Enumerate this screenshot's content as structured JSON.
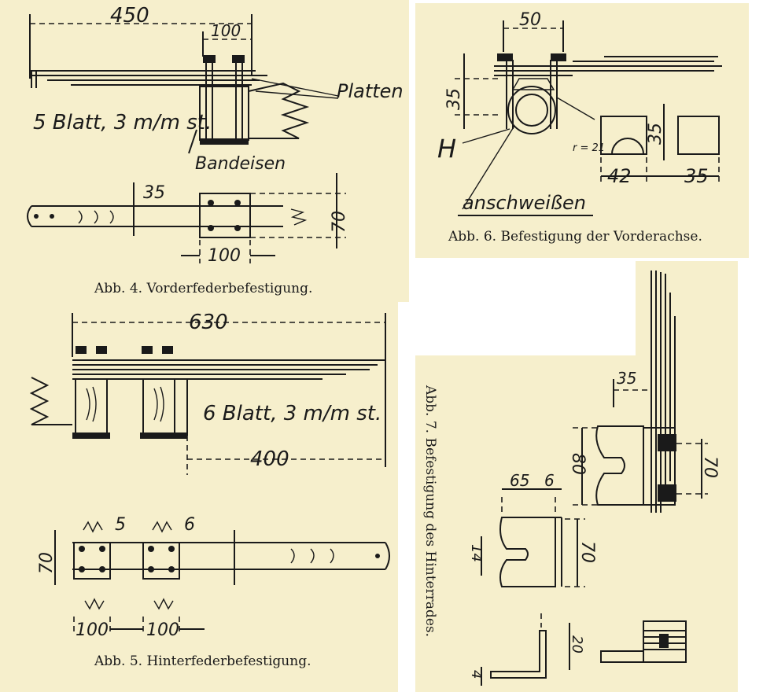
{
  "fig4": {
    "caption": "Abb. 4. Vorderfederbefestigung.",
    "dim_total": "450",
    "dim_clamp": "100",
    "label_plates": "Platten",
    "label_spec": "5 Blatt, 3 m/m st.",
    "label_strap": "Bandeisen",
    "dim_width": "35",
    "dim_height": "70",
    "dim_bottom": "100"
  },
  "fig5": {
    "caption": "Abb. 5. Hinterfederbefestigung.",
    "dim_total": "630",
    "label_spec": "6 Blatt, 3 m/m st.",
    "dim_offset": "400",
    "dim_height": "70",
    "ref_left": "5",
    "ref_right": "6",
    "dim_left": "100",
    "dim_right": "100"
  },
  "fig6": {
    "caption": "Abb. 6. Befestigung der Vorderachse.",
    "dim_top": "50",
    "dim_left": "35",
    "dim_radius": "r = 21",
    "dim_block_h": "35",
    "dim_block_w1": "42",
    "dim_block_w2": "35",
    "label_weld": "anschweißen",
    "label_h": "H"
  },
  "fig7": {
    "caption": "Abb. 7. Befestigung des Hinterrades.",
    "dim_35": "35",
    "dim_80": "80",
    "dim_70a": "70",
    "dim_65": "65",
    "dim_6": "6",
    "dim_14": "14",
    "dim_70b": "70",
    "dim_20": "20",
    "dim_4": "4"
  }
}
